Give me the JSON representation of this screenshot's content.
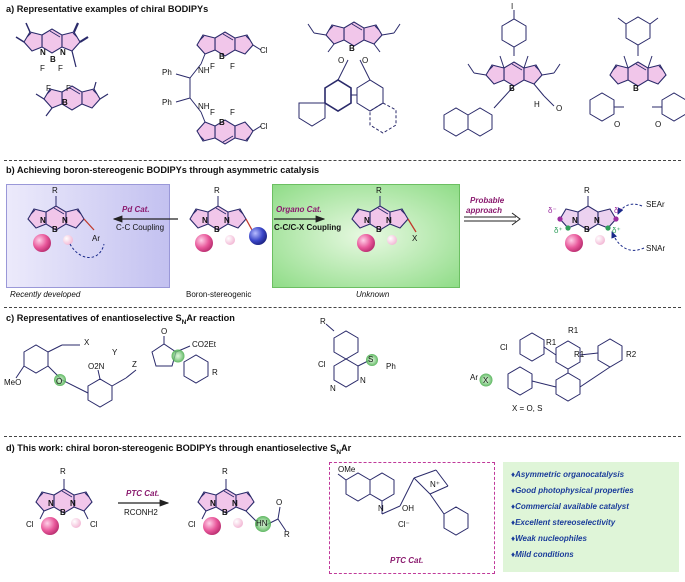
{
  "sections": {
    "a_title": "a) Representative examples of chiral BODIPYs",
    "b_title": "b) Achieving boron-stereogenic BODIPYs through asymmetric catalysis",
    "c_title_pre": "c) Representatives of enantioselective S",
    "c_title_sub": "N",
    "c_title_post": "Ar reaction",
    "d_title_pre": "d) This work: chiral boron-stereogenic BODIPYs through enantioselective S",
    "d_title_sub": "N",
    "d_title_post": "Ar"
  },
  "panel_b": {
    "pd_cat": "Pd Cat.",
    "cc_coupling": "C-C Coupling",
    "organo_cat": "Organo Cat.",
    "ccx_coupling": "C-C/C-X Coupling",
    "probable": "Probable",
    "approach": "approach",
    "recently_developed": "Recently developed",
    "boron_stereogenic": "Boron-stereogenic",
    "unknown": "Unknown",
    "se_ar": "SEAr",
    "sn_ar": "SNAr",
    "r": "R",
    "b": "B",
    "n": "N",
    "ar": "Ar",
    "x": "X",
    "delta_minus": "δ⁻",
    "delta_plus": "δ⁺"
  },
  "panel_a": {
    "f": "F",
    "b": "B",
    "n": "N",
    "o": "O",
    "nh": "NH",
    "ph": "Ph",
    "cl": "Cl",
    "i": "I",
    "h": "H"
  },
  "panel_c": {
    "meo": "MeO",
    "no2": "O2N",
    "x": "X",
    "y": "Y",
    "z": "Z",
    "o": "O",
    "co2et": "CO2Et",
    "r": "R",
    "cl": "Cl",
    "n": "N",
    "s": "S",
    "ph": "Ph",
    "r1": "R1",
    "r2": "R2",
    "ar": "Ar",
    "x_eq": "X = O, S"
  },
  "panel_d": {
    "ptc_cat": "PTC Cat.",
    "rconh2": "RCONH2",
    "cl": "Cl",
    "r": "R",
    "b": "B",
    "n": "N",
    "hn": "HN",
    "o": "O",
    "ome": "OMe",
    "oh": "OH",
    "cl_minus": "Cl⁻",
    "n_plus": "N⁺",
    "ptc_label": "PTC Cat.",
    "features": [
      "♦Asymmetric organocatalysis",
      "♦Good photophysical properties",
      "♦Commercial available catalyst",
      "♦Excellent stereoselectivity",
      "♦Weak nucleophiles",
      "♦Mild conditions"
    ]
  },
  "colors": {
    "bodipy_fill": "#f1c6ea",
    "bodipy_fill_light": "#ecd2f0",
    "bond": "#2a2a6a",
    "pink_ball": "#e8579a",
    "blue_ball": "#3a46c8",
    "green_box": "#9fe39a",
    "violet_box": "#c9c8f2",
    "green_circle": "#4caf50",
    "cat_text": "#8a1a6e",
    "feature_text": "#1a3c9a",
    "feature_bg": "#dff5d8"
  }
}
